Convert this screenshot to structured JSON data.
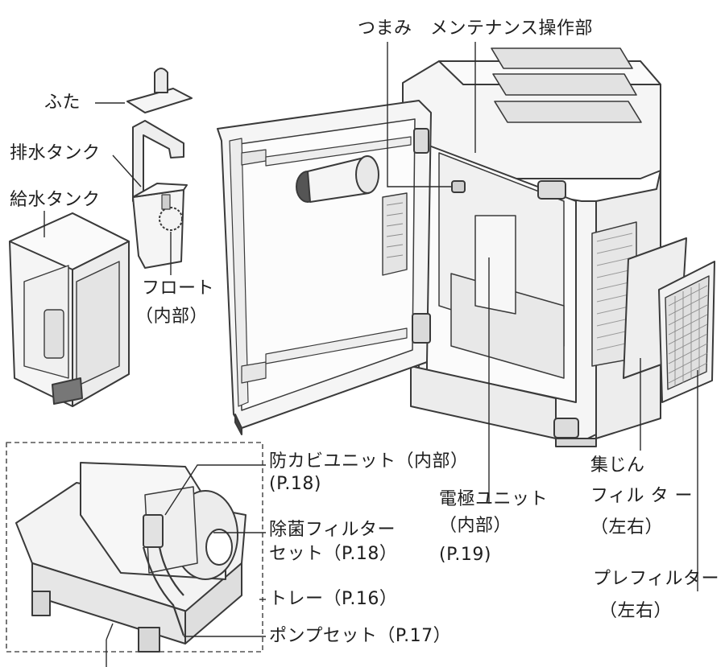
{
  "labels": {
    "knob": "つまみ",
    "maintenance_panel": "メンテナンス操作部",
    "lid": "ふた",
    "drain_tank": "排水タンク",
    "supply_tank": "給水タンク",
    "float": "フロート",
    "float_note": "（内部）",
    "mold_unit": "防カビユニット（内部）",
    "mold_unit_ref": "(P.18)",
    "sterilize_filter": "除菌フィルター",
    "sterilize_filter_ref": "セット（P.18）",
    "tray": "トレー（P.16）",
    "pump": "ポンプセット（P.17）",
    "electrode": "電極ユニット",
    "electrode_note": "（内部）",
    "electrode_ref": "(P.19)",
    "dust_filter_1": "集じん",
    "dust_filter_2": "フィル タ ー",
    "dust_filter_3": "（左右）",
    "prefilter": "プレフィルター",
    "prefilter_lr": "（左右）"
  },
  "colors": {
    "line": "#3a3a3a",
    "fill": "#f4f4f4",
    "shade": "#d9d9d9",
    "dark": "#6a6a6a"
  }
}
